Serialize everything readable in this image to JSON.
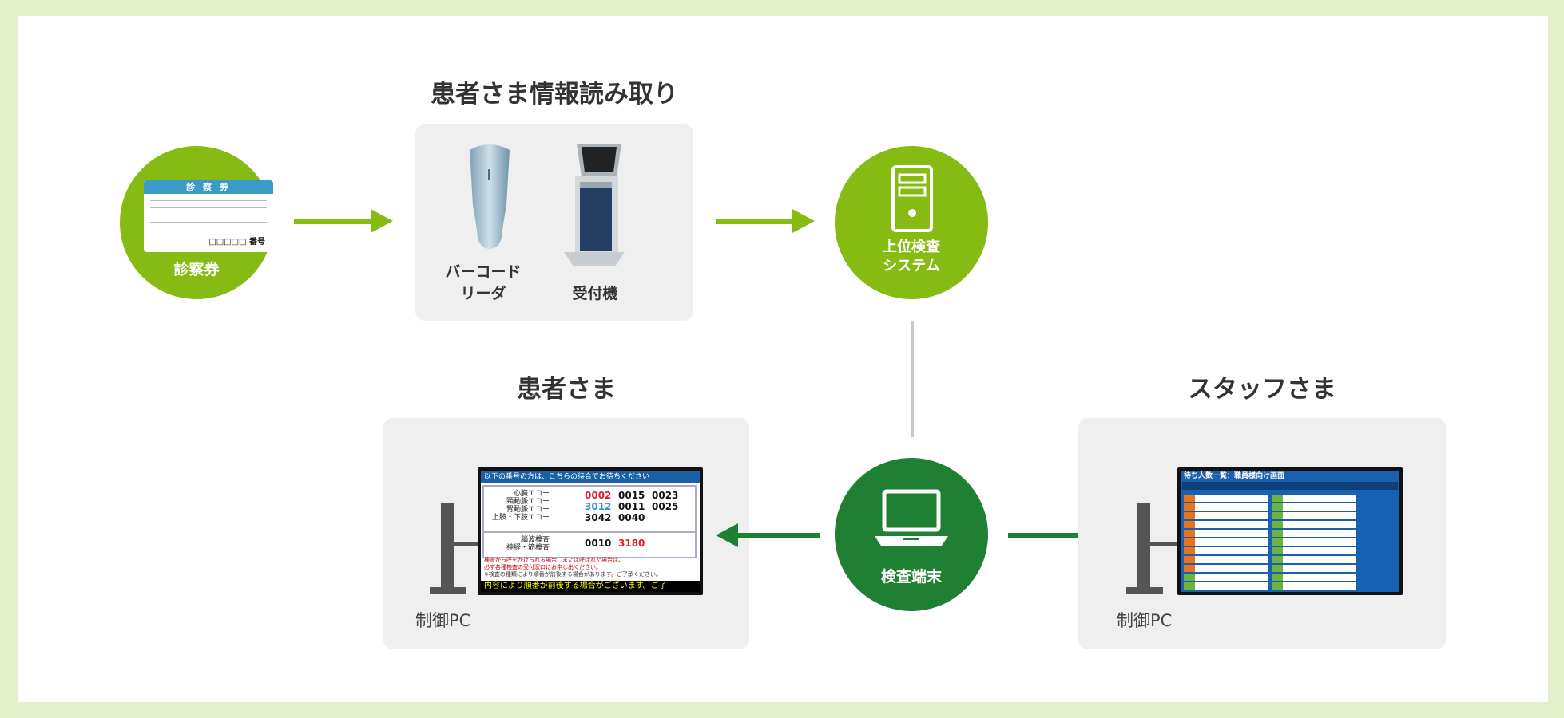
{
  "titles": {
    "reading": "患者さま情報読み取り",
    "patients": "患者さま",
    "staff": "スタッフさま"
  },
  "nodes": {
    "card": {
      "label": "診察券",
      "card_header": "診 察 券",
      "card_number": "□□□□□ 番号"
    },
    "barcode_reader": {
      "line1": "バーコード",
      "line2": "リーダ"
    },
    "reception_machine": {
      "label": "受付機"
    },
    "host_system": {
      "line1": "上位検査",
      "line2": "システム"
    },
    "terminal": {
      "label": "検査端末"
    },
    "patient_pc": {
      "label": "制御PC"
    },
    "staff_pc": {
      "label": "制御PC"
    }
  },
  "patient_screen": {
    "header": "以下の番号の方は、こちらの待合でお待ちください",
    "categories_a": [
      "心臓エコー",
      "頸動脈エコー",
      "腎動脈エコー",
      "上肢・下肢エコー"
    ],
    "categories_b": [
      "脳波検査",
      "神経・筋検査"
    ],
    "numbers_a": [
      [
        "0002",
        "0015",
        "0023"
      ],
      [
        "3012",
        "0011",
        "0025"
      ],
      [
        "3042",
        "0040",
        ""
      ]
    ],
    "numbers_b": [
      [
        "0010",
        "3180"
      ]
    ],
    "notes": [
      "検査から呼をかけられる場合、または呼ばれた場合は、",
      "必ず各種検査の受付窓口にお申し出ください。",
      "※検査の種類により順番が前後する場合があります。ご了承ください。"
    ],
    "ticker": "内容により順番が前後する場合がございます。ご了"
  },
  "staff_screen": {
    "header": "待ち人数一覧：職員様向け画面"
  },
  "colors": {
    "light_green": "#86bb13",
    "dark_green": "#1f7f32",
    "background": "#e3f0c9",
    "panel": "#efefef"
  }
}
